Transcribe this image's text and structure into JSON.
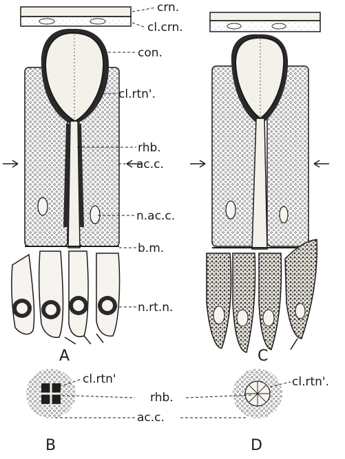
{
  "labels": {
    "crn": "crn.",
    "cl_crn": "cl.crn.",
    "con": "con.",
    "cl_rtn": "cl.rtn'.",
    "rhb": "rhb.",
    "ac_c": "ac.c.",
    "n_ac_c": "n.ac.c.",
    "b_m": "b.m.",
    "n_rt_n": "n.rt.n.",
    "cl_rtn_b": "cl.rtn'",
    "rhb_b": "rhb.",
    "ac_c_b": "ac.c.",
    "cl_rtn_d": "cl.rtn'."
  },
  "panels": {
    "A": "A",
    "B": "B",
    "C": "C",
    "D": "D"
  },
  "arrows": [
    "right-arrow",
    "left-arrow",
    "right-arrow",
    "left-arrow"
  ]
}
